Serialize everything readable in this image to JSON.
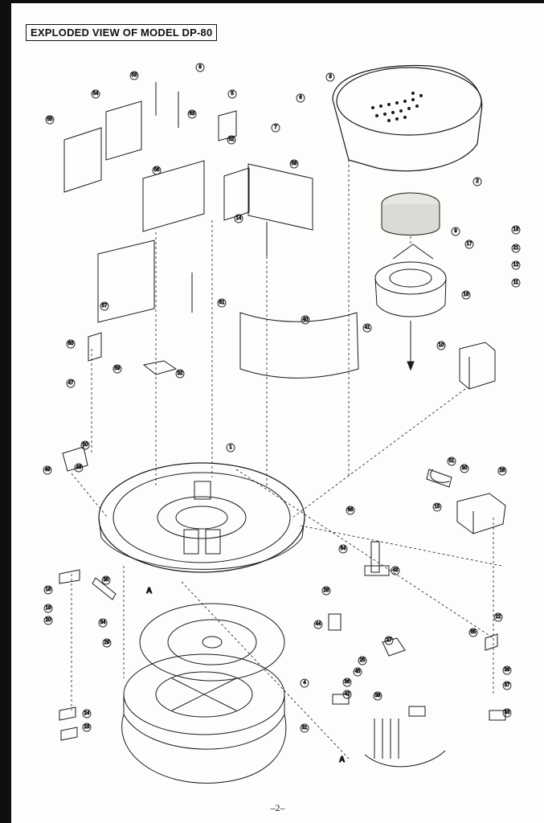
{
  "document": {
    "title": "EXPLODED VIEW OF MODEL DP-80",
    "page_number": "–2–",
    "reference_mark": "A"
  },
  "callouts": [
    "1",
    "2",
    "3",
    "4",
    "5",
    "6",
    "7",
    "8",
    "9",
    "10",
    "11",
    "12",
    "13",
    "14",
    "15",
    "16",
    "17",
    "18",
    "19",
    "20",
    "21",
    "22",
    "23",
    "24",
    "25",
    "26",
    "27",
    "28",
    "29",
    "30",
    "31",
    "32",
    "33",
    "34",
    "35",
    "36",
    "37",
    "38",
    "39",
    "40",
    "41",
    "42",
    "43",
    "44",
    "45",
    "46",
    "47",
    "48",
    "49",
    "50",
    "51",
    "52",
    "53",
    "54",
    "55",
    "56",
    "57",
    "58",
    "59",
    "60",
    "61",
    "62",
    "63",
    "64",
    "65",
    "66"
  ]
}
